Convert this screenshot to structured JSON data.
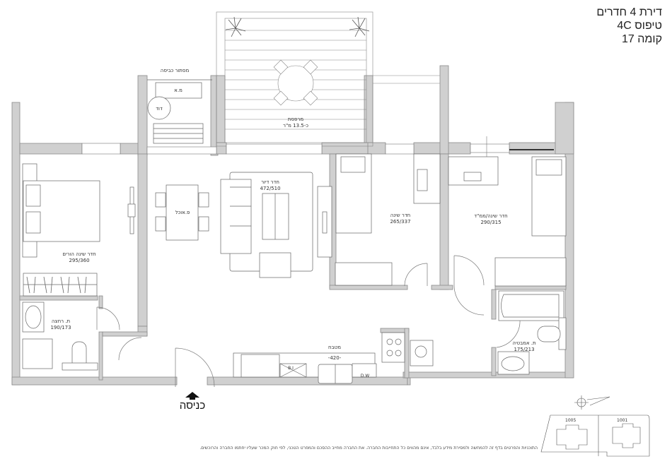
{
  "header": {
    "apartment": "דירת 4 חדרים",
    "type": "טיפוס 4C",
    "floor": "קומה 17"
  },
  "rooms": {
    "entry_storage": {
      "label": "מסתור כביסה"
    },
    "ac_unit": {
      "label": "מ.א"
    },
    "water_heater": {
      "label": "דוד"
    },
    "balcony": {
      "label": "מרפסת",
      "area": "כ-13.5 מ\"ר"
    },
    "living": {
      "label": "חדר דיור",
      "size": "472/510"
    },
    "dining": {
      "label": "פ.אוכל"
    },
    "master_bedroom": {
      "label": "חדר שינה הורים",
      "size": "295/360"
    },
    "bedroom": {
      "label": "חדר שינה",
      "size": "265/337"
    },
    "safe_room": {
      "label": "חדר שינה/ממ\"ד",
      "size": "290/315"
    },
    "shower_bath": {
      "label": "ת. רחצה",
      "size": "190/173"
    },
    "bath": {
      "label": "ת. אמבטיה",
      "size": "175/213"
    },
    "kitchen": {
      "label": "מטבח",
      "length": "-420-"
    },
    "built_in_oven": {
      "label": "B.I"
    },
    "dishwasher": {
      "label": "D.W"
    }
  },
  "entrance": {
    "label": "כניסה"
  },
  "key_plan": {
    "buildings": [
      "1005",
      "1001"
    ]
  },
  "disclaimer": "התוכניות והפרטים בדף זה להמחשה ולמסירת מידע בלבד, אינם מהווים כל התחייבות החברה. את החברה מחייב ההסכם והמפרט הטכני, לפי חוק המכר שעליו יחתמו החברה והרוכשים.",
  "colors": {
    "wall": "#d0d0d0",
    "wall_stroke": "#8a8a8a",
    "line": "#555555"
  }
}
